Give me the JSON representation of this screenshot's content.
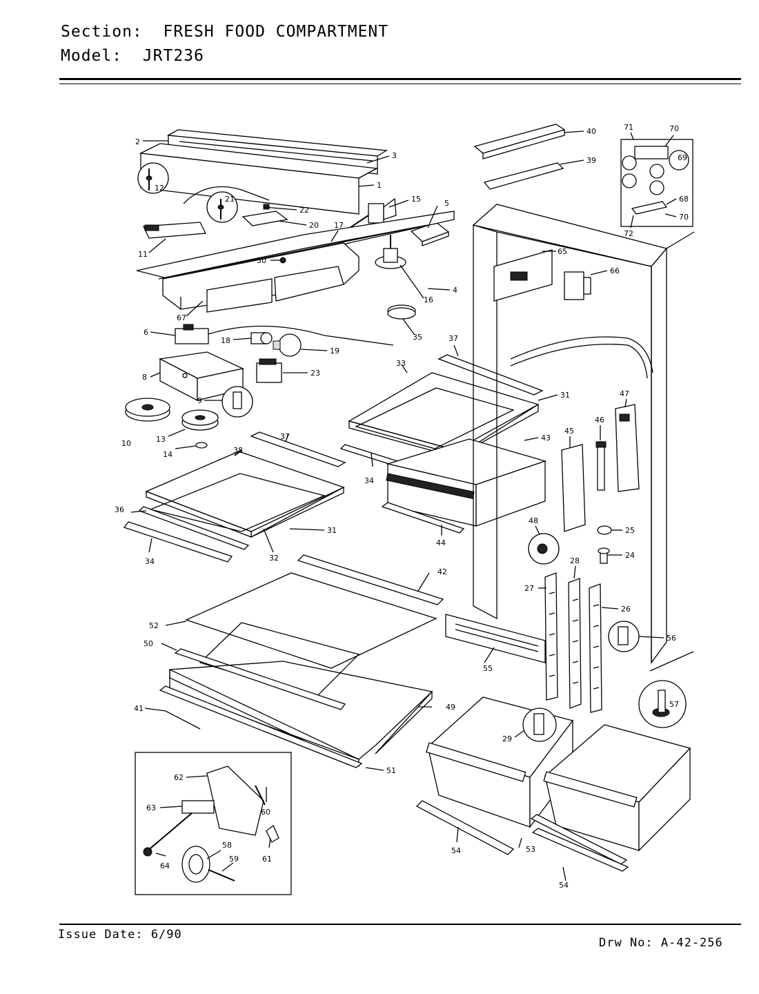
{
  "header": {
    "section_label": "Section:",
    "section_value": "FRESH FOOD COMPARTMENT",
    "model_label": "Model:",
    "model_value": "JRT236"
  },
  "footer": {
    "issue_date": "Issue Date: 6/90",
    "drawing_number": "Drw No: A-42-256"
  },
  "callouts": [
    {
      "id": "c2",
      "text": "2"
    },
    {
      "id": "c3",
      "text": "3"
    },
    {
      "id": "c1",
      "text": "1"
    },
    {
      "id": "c12",
      "text": "12"
    },
    {
      "id": "c21",
      "text": "21"
    },
    {
      "id": "c22",
      "text": "22"
    },
    {
      "id": "c20",
      "text": "20"
    },
    {
      "id": "c15",
      "text": "15"
    },
    {
      "id": "c5",
      "text": "5"
    },
    {
      "id": "c11",
      "text": "11"
    },
    {
      "id": "c17",
      "text": "17"
    },
    {
      "id": "c30",
      "text": "30"
    },
    {
      "id": "c4",
      "text": "4"
    },
    {
      "id": "c16",
      "text": "16"
    },
    {
      "id": "c67",
      "text": "67"
    },
    {
      "id": "c35",
      "text": "35"
    },
    {
      "id": "c6",
      "text": "6"
    },
    {
      "id": "c18",
      "text": "18"
    },
    {
      "id": "c19",
      "text": "19"
    },
    {
      "id": "c8",
      "text": "8"
    },
    {
      "id": "c23",
      "text": "23"
    },
    {
      "id": "c9",
      "text": "9"
    },
    {
      "id": "c10",
      "text": "10"
    },
    {
      "id": "c13",
      "text": "13"
    },
    {
      "id": "c14",
      "text": "14"
    },
    {
      "id": "c37a",
      "text": "37"
    },
    {
      "id": "c38",
      "text": "38"
    },
    {
      "id": "c36",
      "text": "36"
    },
    {
      "id": "c31a",
      "text": "31"
    },
    {
      "id": "c32",
      "text": "32"
    },
    {
      "id": "c34a",
      "text": "34"
    },
    {
      "id": "c37b",
      "text": "37"
    },
    {
      "id": "c33",
      "text": "33"
    },
    {
      "id": "c31b",
      "text": "31"
    },
    {
      "id": "c43",
      "text": "43"
    },
    {
      "id": "c34b",
      "text": "34"
    },
    {
      "id": "c44",
      "text": "44"
    },
    {
      "id": "c40",
      "text": "40"
    },
    {
      "id": "c39",
      "text": "39"
    },
    {
      "id": "c71",
      "text": "71"
    },
    {
      "id": "c70a",
      "text": "70"
    },
    {
      "id": "c69",
      "text": "69"
    },
    {
      "id": "c68",
      "text": "68"
    },
    {
      "id": "c70b",
      "text": "70"
    },
    {
      "id": "c72",
      "text": "72"
    },
    {
      "id": "c65",
      "text": "65"
    },
    {
      "id": "c66",
      "text": "66"
    },
    {
      "id": "c47",
      "text": "47"
    },
    {
      "id": "c45",
      "text": "45"
    },
    {
      "id": "c46",
      "text": "46"
    },
    {
      "id": "c48",
      "text": "48"
    },
    {
      "id": "c25",
      "text": "25"
    },
    {
      "id": "c24",
      "text": "24"
    },
    {
      "id": "c28",
      "text": "28"
    },
    {
      "id": "c27",
      "text": "27"
    },
    {
      "id": "c26",
      "text": "26"
    },
    {
      "id": "c56",
      "text": "56"
    },
    {
      "id": "c55",
      "text": "55"
    },
    {
      "id": "c57",
      "text": "57"
    },
    {
      "id": "c42",
      "text": "42"
    },
    {
      "id": "c52",
      "text": "52"
    },
    {
      "id": "c50",
      "text": "50"
    },
    {
      "id": "c41",
      "text": "41"
    },
    {
      "id": "c49",
      "text": "49"
    },
    {
      "id": "c51",
      "text": "51"
    },
    {
      "id": "c29",
      "text": "29"
    },
    {
      "id": "c53",
      "text": "53"
    },
    {
      "id": "c54a",
      "text": "54"
    },
    {
      "id": "c54b",
      "text": "54"
    },
    {
      "id": "c62",
      "text": "62"
    },
    {
      "id": "c63",
      "text": "63"
    },
    {
      "id": "c60",
      "text": "60"
    },
    {
      "id": "c61",
      "text": "61"
    },
    {
      "id": "c58",
      "text": "58"
    },
    {
      "id": "c59",
      "text": "59"
    },
    {
      "id": "c64",
      "text": "64"
    }
  ]
}
